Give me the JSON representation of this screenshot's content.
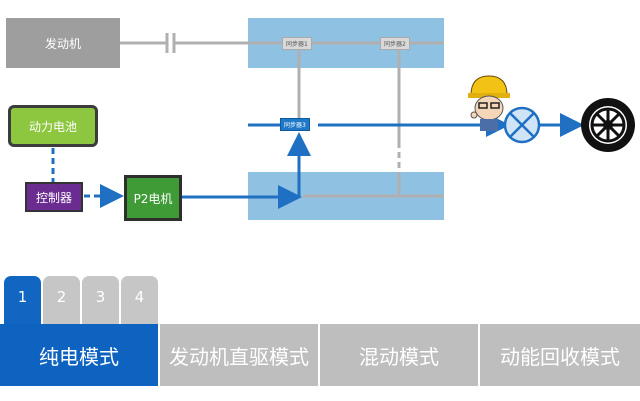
{
  "diagram": {
    "engine_label": "发动机",
    "battery_label": "动力电池",
    "controller_label": "控制器",
    "p2motor_label": "P2电机",
    "sync1_label": "同步器1",
    "sync2_label": "同步器2",
    "sync3_label": "同步器3",
    "colors": {
      "power_flow": "#1f6fc2",
      "inactive_line": "#b0b0b0",
      "panel": "#8fc1e3"
    },
    "icons": [
      "mechanic-avatar-icon",
      "clutch-cross-icon",
      "wheel-icon"
    ]
  },
  "tabs": [
    {
      "label": "1",
      "active": true
    },
    {
      "label": "2",
      "active": false
    },
    {
      "label": "3",
      "active": false
    },
    {
      "label": "4",
      "active": false
    }
  ],
  "modes": [
    {
      "label": "纯电模式",
      "active": true
    },
    {
      "label": "发动机直驱模式",
      "active": false
    },
    {
      "label": "混动模式",
      "active": false
    },
    {
      "label": "动能回收模式",
      "active": false
    }
  ]
}
